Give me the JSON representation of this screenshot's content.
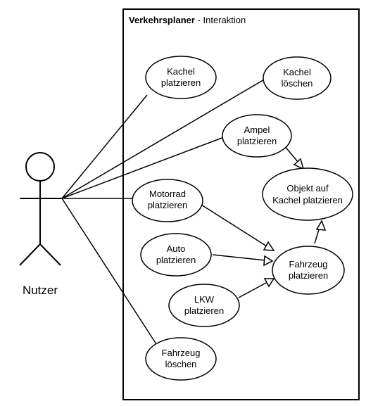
{
  "system": {
    "title_bold": "Verkehrsplaner",
    "title_rest": " - Interaktion"
  },
  "actor": {
    "label": "Nutzer"
  },
  "use_cases": {
    "kachel_platzieren": [
      "Kachel",
      "platzieren"
    ],
    "kachel_loeschen": [
      "Kachel",
      "löschen"
    ],
    "ampel_platzieren": [
      "Ampel",
      "platzieren"
    ],
    "objekt_platzieren": [
      "Objekt auf",
      "Kachel platzieren"
    ],
    "motorrad_platzieren": [
      "Motorrad",
      "platzieren"
    ],
    "auto_platzieren": [
      "Auto",
      "platzieren"
    ],
    "fahrzeug_platzieren": [
      "Fahrzeug",
      "platzieren"
    ],
    "lkw_platzieren": [
      "LKW",
      "platzieren"
    ],
    "fahrzeug_loeschen": [
      "Fahrzeug",
      "löschen"
    ]
  },
  "colors": {
    "stroke": "#000000",
    "fill": "#ffffff"
  }
}
